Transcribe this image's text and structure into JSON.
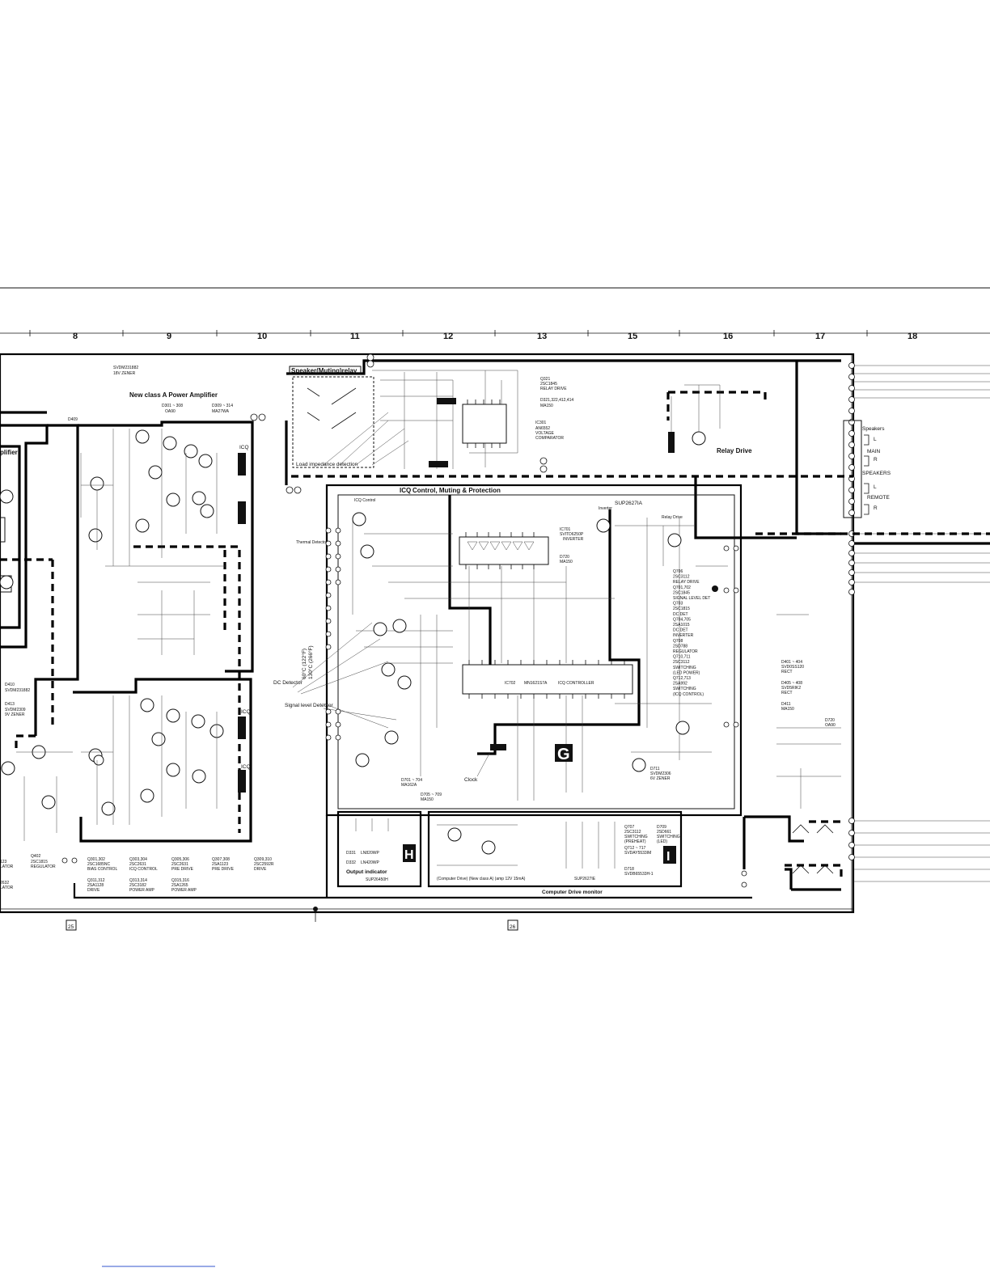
{
  "column_numbers": [
    "8",
    "9",
    "10",
    "11",
    "12",
    "13",
    "15",
    "16",
    "17",
    "18"
  ],
  "sections": {
    "power_amp": {
      "title": "New class A Power Amplifier",
      "sub_a": "D301 ~ 308",
      "sub_a2": "OA90",
      "sub_b": "D309 ~ 314",
      "sub_b2": "MA27WA",
      "d409": "D409",
      "d409_label": "SVDM231882",
      "d409_sub": "18V ZENER",
      "amp_partial": "plifier"
    },
    "speaker_relay": {
      "title": "Speaker(Muting)relay",
      "load_detect": "Load impedance detection"
    },
    "relay_drive": {
      "q321": "Q321",
      "q321_part": "2SC1845",
      "q321_role": "RELAY DRIVE",
      "diodes": "D321,322,412,414",
      "diodes_part": "MA150",
      "ic301": "IC301",
      "ic301_part": "AN6552",
      "ic301_role1": "VOLTAGE",
      "ic301_role2": "COMPARATOR",
      "title": "Relay Drive"
    },
    "icq": {
      "title": "Control, Muting & Protection",
      "prefix": "ICQ",
      "board": "SUP2627IA",
      "icq_control": "ICQ Control",
      "inverter": "Inverter",
      "ic701": "IC701",
      "ic701_part": "SVITD6250P",
      "ic701_role": "INVERTER",
      "d720": "D720",
      "d720_part": "MA150",
      "ic702": "IC702",
      "ic702_part": "MN1621S7A",
      "ic702_role": "ICQ CONTROLLER",
      "relay_drive": "Relay Drive",
      "thermal": "Thermal Detector",
      "temp1": "60°C (122°F)",
      "temp2": "130°C (266°F)",
      "dc": "DC Detector",
      "signal": "Signal level Detector",
      "clock": "Clock",
      "d701": "D701 ~ 704",
      "d701_part": "MA162A",
      "d705": "D705 ~ 709",
      "d705_part": "MA150",
      "letter": "G"
    },
    "output_indicator": {
      "title": "Output indicator",
      "board": "SUP26450H",
      "d331": "D331",
      "d331_part": "LN820WP",
      "d332": "D332",
      "d332_part": "LN420WP",
      "letter": "H"
    },
    "computer_drive": {
      "title": "Computer Drive monitor",
      "board": "SUP2627IE",
      "note": "(Computer Drive) (New class A) (amp 12V 15mA)",
      "letter": "I",
      "q707": "Q707",
      "q707_part": "2SC3112",
      "q707_role": "SWITCHING",
      "q707_role2": "(PREHEAT)",
      "q712": "Q712 ~ 717",
      "q712_part": "SVDAY5533IM",
      "d709": "D709",
      "d709_part": "2SD661",
      "d709_role": "SWITCHING",
      "d709_role2": "(LED)",
      "d718": "D718",
      "d718_part": "SVDB65533H-1"
    },
    "right_parts": [
      "Q706",
      "2SC3112",
      "RELAY DRIVE",
      "Q701,702",
      "2SC1845",
      "SIGNAL LEVEL DET",
      "Q703",
      "2SC1815",
      "DC DET",
      "Q704,705",
      "2SA1015",
      "DC DET",
      "INVERTER",
      "Q708",
      "2SD788",
      "REGULATOR",
      "Q710,711",
      "2SC3112",
      "SWITCHING",
      "(LED POWER)",
      "Q712,713",
      "2SA992",
      "SWITCHING",
      "(ICQ CONTROL)"
    ],
    "diodes_right": {
      "d401": "D401 ~ 404",
      "d401_part": "SVD0SS120",
      "d401_role": "RECT",
      "d405": "D405 ~ 408",
      "d405_part": "SVD5RIK2",
      "d405_role": "RECT",
      "d411": "D411",
      "d411_part": "MA150",
      "d720r": "D720",
      "d720r_part": "OA90",
      "d711": "D711",
      "d711_part": "SVDM2306",
      "d711_role": "6V ZENER"
    },
    "speakers": {
      "title": "Speakers",
      "main": "MAIN",
      "speakers2": "SPEAKERS",
      "remote": "REMOTE",
      "l": "L",
      "r": "R"
    },
    "bottom_parts": [
      {
        "a": "Q301,302",
        "b": "2SC1685NC",
        "c": "BIAS CONTROL"
      },
      {
        "a": "Q303,304",
        "b": "2SC2631",
        "c": "ICQ CONTROL"
      },
      {
        "a": "Q305,306",
        "b": "2SC2631",
        "c": "PRE DRIVE"
      },
      {
        "a": "Q307,308",
        "b": "2SA1123",
        "c": "PRE DRIVE"
      },
      {
        "a": "Q309,310",
        "b": "2SC2592R",
        "c": "DRIVE"
      }
    ],
    "bottom_parts2": [
      {
        "a": "Q311,312",
        "b": "2SA1128",
        "c": "DRIVE"
      },
      {
        "a": "Q313,314",
        "b": "2SC3182",
        "c": "POWER AMP"
      },
      {
        "a": "Q315,316",
        "b": "2SA1265",
        "c": "POWER AMP"
      }
    ],
    "left_labels": {
      "d410": "D410",
      "d410_part": "SVDM231882",
      "d413": "D413",
      "d413_part": "SVDM2309",
      "d413_role": "9V ZENER",
      "q402": "Q402",
      "q402_part": "2SC1815",
      "q402_role": "REGULATOR",
      "l1": "123",
      "l2": "LATOR",
      "l3": "2632",
      "l4": "LATOR"
    },
    "page_refs": [
      "25",
      "26"
    ],
    "icq_labels": [
      "ICQ",
      "ICQ",
      "ICQ"
    ]
  }
}
